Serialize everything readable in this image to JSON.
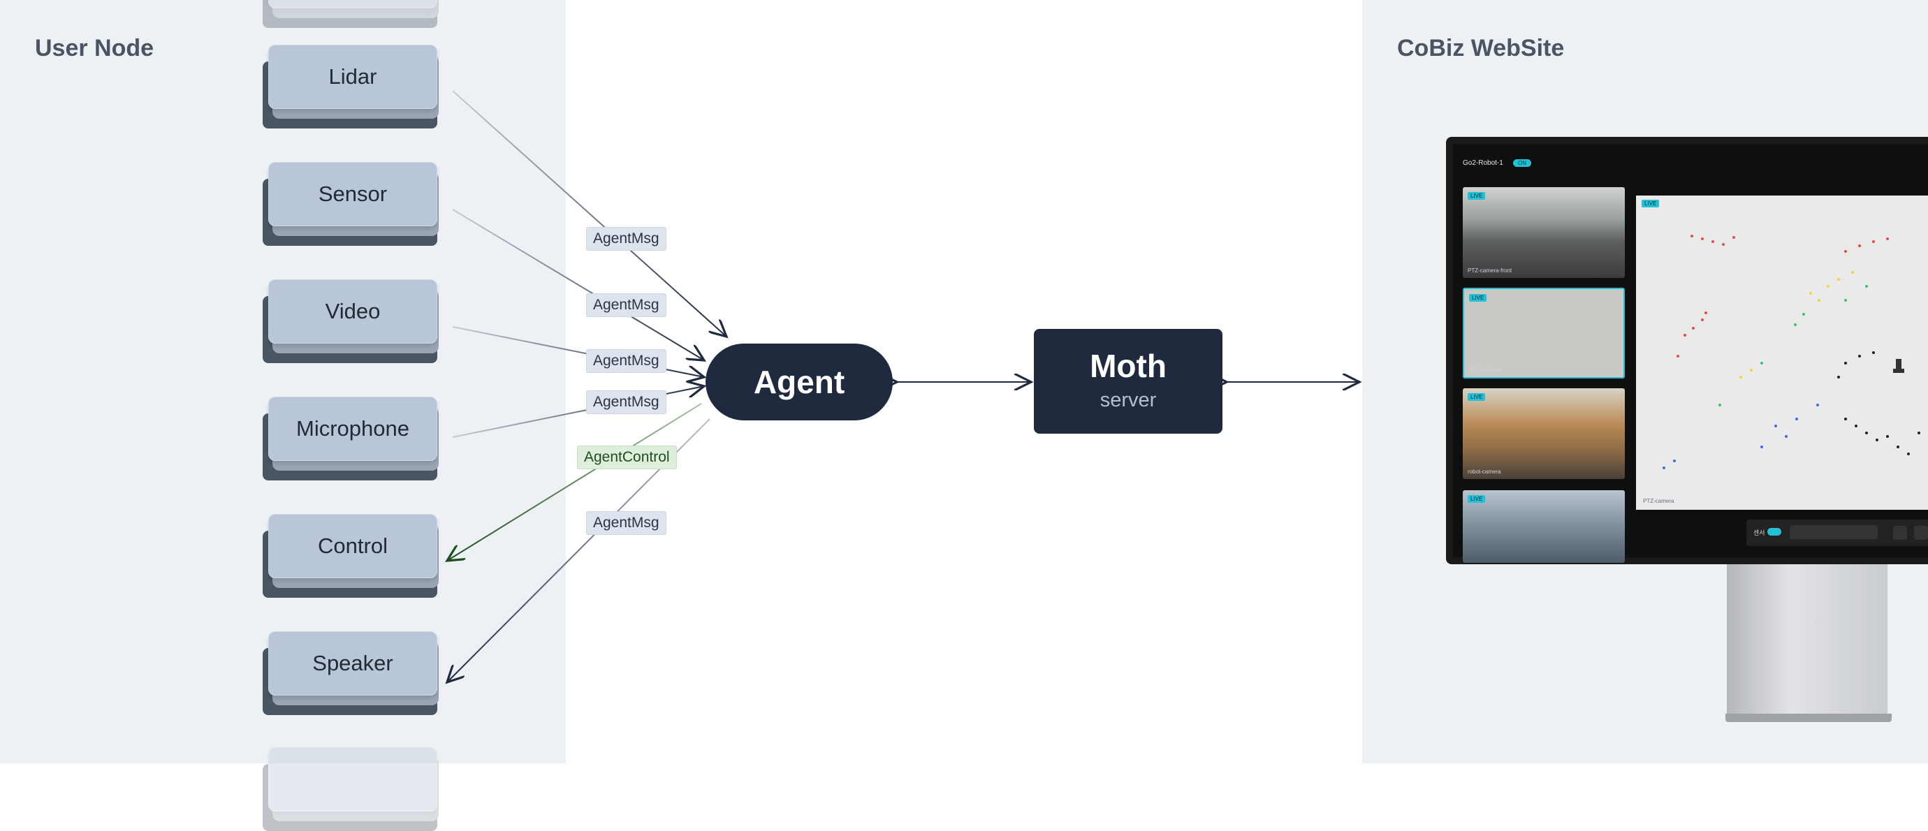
{
  "left_panel": {
    "title": "User Node"
  },
  "right_panel": {
    "title": "CoBiz WebSite"
  },
  "nodes": [
    "Lidar",
    "Sensor",
    "Video",
    "Microphone",
    "Control",
    "Speaker"
  ],
  "messages": {
    "lidar": "AgentMsg",
    "sensor": "AgentMsg",
    "video": "AgentMsg",
    "microphone": "AgentMsg",
    "control": "AgentControl",
    "speaker": "AgentMsg"
  },
  "agent": {
    "label": "Agent"
  },
  "moth": {
    "title": "Moth",
    "subtitle": "server"
  },
  "dashboard": {
    "robot_name": "Go2-Robot-1",
    "status_badge": "ON",
    "live_badge": "LIVE",
    "thumb_caption_1": "PTZ-camera-front",
    "thumb_caption_2": "PTZ-camera",
    "thumb_caption_3": "robot-camera",
    "main_caption": "PTZ-camera",
    "control_label": "센서"
  },
  "colors": {
    "panel_bg": "#eef1f4",
    "dark_node": "#1f2a3f",
    "accent": "#22c1d6",
    "control_line": "#1f4d1f"
  }
}
